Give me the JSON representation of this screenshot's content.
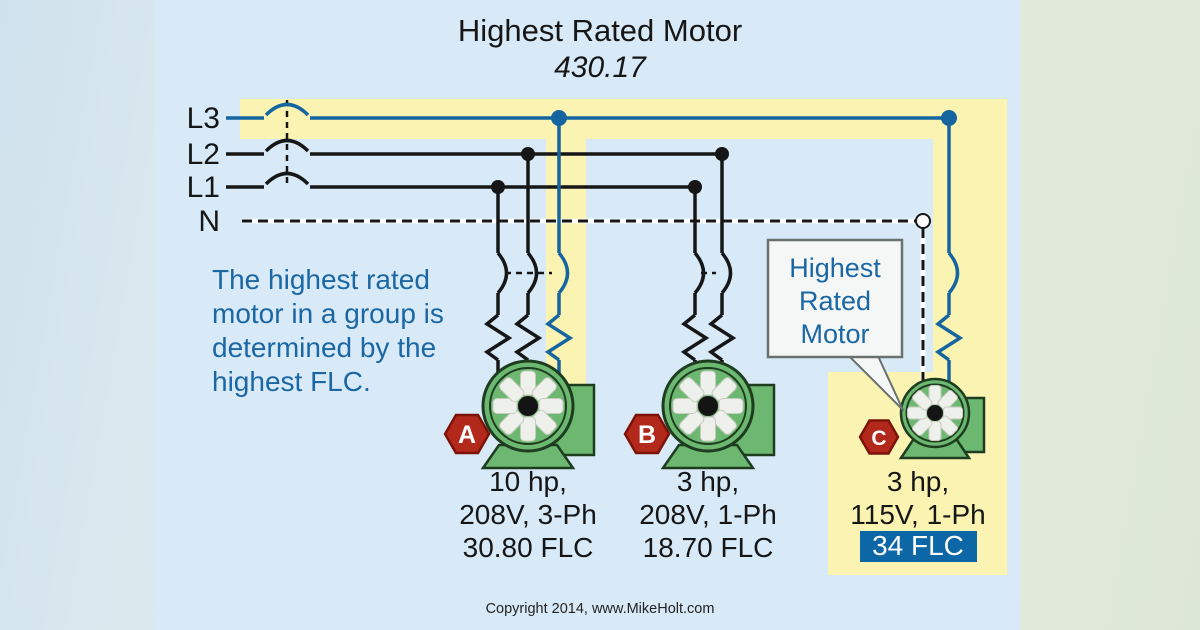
{
  "title": {
    "heading": "Highest Rated Motor",
    "section": "430.17"
  },
  "bus": {
    "l3": "L3",
    "l2": "L2",
    "l1": "L1",
    "n": "N"
  },
  "note": {
    "line1": "The highest rated",
    "line2": "motor in a group is",
    "line3": "determined by the",
    "line4": "highest FLC."
  },
  "callout": {
    "line1": "Highest",
    "line2": "Rated",
    "line3": "Motor"
  },
  "motors": {
    "a": {
      "badge": "A",
      "spec1": "10 hp,",
      "spec2": "208V, 3-Ph",
      "spec3": "30.80 FLC"
    },
    "b": {
      "badge": "B",
      "spec1": "3 hp,",
      "spec2": "208V, 1-Ph",
      "spec3": "18.70 FLC"
    },
    "c": {
      "badge": "C",
      "spec1": "3 hp,",
      "spec2": "115V, 1-Ph",
      "spec3": "34 FLC"
    }
  },
  "footer": {
    "copyright": "Copyright 2014, www.MikeHolt.com"
  },
  "colors": {
    "panel_blue": "#d8eaf8",
    "highlight_yellow": "#fbf3b2",
    "phase_blue": "#1465a0",
    "note_blue": "#1b67a4",
    "flc_badge_bg": "#0d67a6",
    "flc_badge_text": "#ffffff",
    "motor_green": "#6db870",
    "motor_outline": "#1e3d20",
    "badge_red": "#b2291c",
    "callout_bg": "#f5f7f6"
  }
}
